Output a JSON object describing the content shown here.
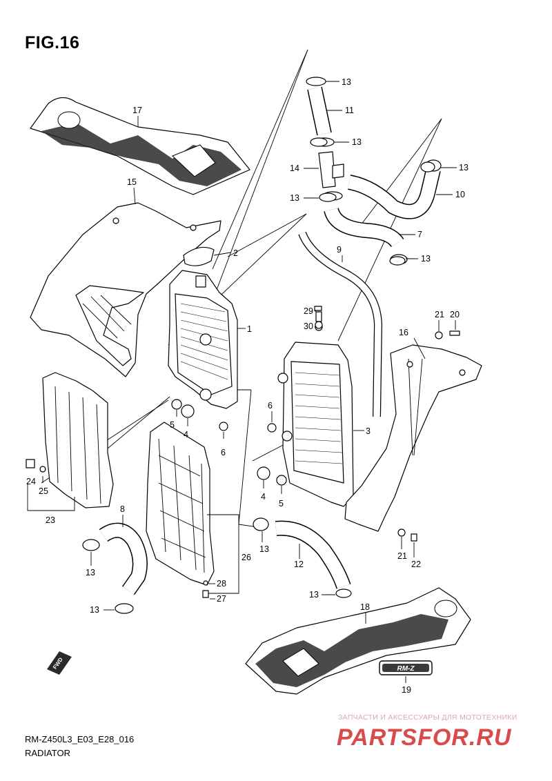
{
  "figure": {
    "title": "FIG.16",
    "model_code": "RM-Z450L3_E03_E28_016",
    "caption": "RADIATOR"
  },
  "watermark": {
    "tagline": "ЗАПЧАСТИ И АКСЕССУАРЫ ДЛЯ МОТОТЕХНИКИ",
    "logo": "PARTSFOR.RU",
    "color": "#d94b4b"
  },
  "markers": {
    "fwd": "FWD",
    "emblem": "RM-Z"
  },
  "callouts": {
    "c1": "1",
    "c2": "2",
    "c3": "3",
    "c4a": "4",
    "c4b": "4",
    "c5a": "5",
    "c5b": "5",
    "c6a": "6",
    "c6b": "6",
    "c7": "7",
    "c8": "8",
    "c9": "9",
    "c10": "10",
    "c11": "11",
    "c12": "12",
    "c13a": "13",
    "c13b": "13",
    "c13c": "13",
    "c13d": "13",
    "c13e": "13",
    "c13f": "13",
    "c13g": "13",
    "c13h": "13",
    "c13i": "13",
    "c14": "14",
    "c15": "15",
    "c16": "16",
    "c17": "17",
    "c18": "18",
    "c19": "19",
    "c20": "20",
    "c21a": "21",
    "c21b": "21",
    "c22": "22",
    "c23": "23",
    "c24": "24",
    "c25": "25",
    "c26": "26",
    "c27": "27",
    "c28": "28",
    "c29": "29",
    "c30": "30"
  }
}
